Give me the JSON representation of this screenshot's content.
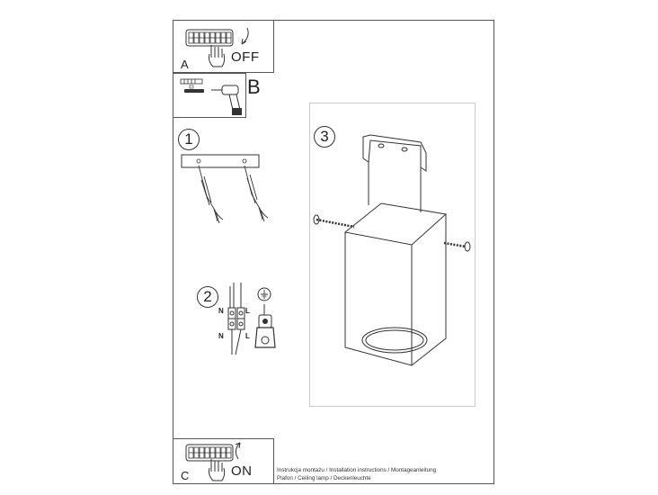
{
  "steps": {
    "a": {
      "letter": "A",
      "state": "OFF"
    },
    "b": {
      "letter": "B"
    },
    "c": {
      "letter": "C",
      "state": "ON"
    },
    "one": {
      "number": "1"
    },
    "two": {
      "number": "2",
      "wires": {
        "n_top": "N",
        "l_top": "L",
        "n_bottom": "N",
        "l_bottom": "L"
      }
    },
    "three": {
      "number": "3"
    }
  },
  "footer": {
    "line1": "Instrukcja montażu / Installation instructions / Montageanleitung",
    "line2": "Plafon / Ceiling lamp / Deckenleuchte"
  },
  "icons": {
    "fuse_box": "fuse-box-icon",
    "hand": "hand-icon",
    "drill": "drill-icon",
    "ground": "ground-icon"
  }
}
